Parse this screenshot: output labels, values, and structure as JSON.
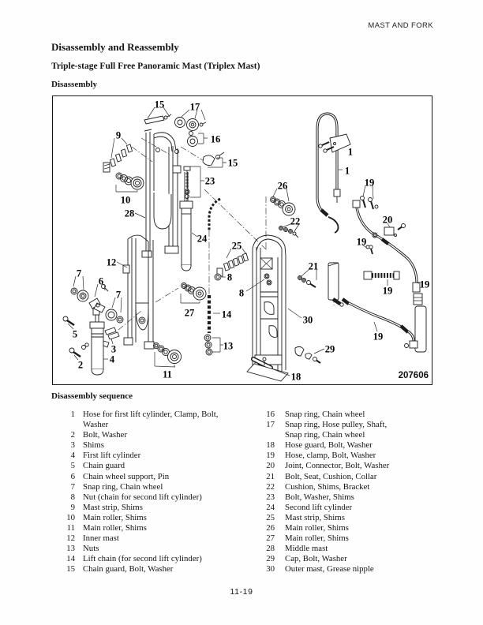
{
  "page": {
    "header_right": "MAST AND FORK",
    "title": "Disassembly and Reassembly",
    "subtitle": "Triple-stage Full Free Panoramic Mast (Triplex Mast)",
    "section_heading": "Disassembly",
    "sequence_heading": "Disassembly sequence",
    "page_number": "11-19"
  },
  "figure": {
    "part_number": "207606",
    "callouts": [
      {
        "id": "c15a",
        "label": "15"
      },
      {
        "id": "c17",
        "label": "17"
      },
      {
        "id": "c16",
        "label": "16"
      },
      {
        "id": "c15b",
        "label": "15"
      },
      {
        "id": "c9",
        "label": "9"
      },
      {
        "id": "c23",
        "label": "23"
      },
      {
        "id": "c10",
        "label": "10"
      },
      {
        "id": "c28",
        "label": "28"
      },
      {
        "id": "c24",
        "label": "24"
      },
      {
        "id": "c12",
        "label": "12"
      },
      {
        "id": "c7a",
        "label": "7"
      },
      {
        "id": "c6",
        "label": "6"
      },
      {
        "id": "c7b",
        "label": "7"
      },
      {
        "id": "c5",
        "label": "5"
      },
      {
        "id": "c2",
        "label": "2"
      },
      {
        "id": "c3",
        "label": "3"
      },
      {
        "id": "c4",
        "label": "4"
      },
      {
        "id": "c11",
        "label": "11"
      },
      {
        "id": "c27",
        "label": "27"
      },
      {
        "id": "c14",
        "label": "14"
      },
      {
        "id": "c13",
        "label": "13"
      },
      {
        "id": "c8a",
        "label": "8"
      },
      {
        "id": "c8b",
        "label": "8"
      },
      {
        "id": "c25",
        "label": "25"
      },
      {
        "id": "c26",
        "label": "26"
      },
      {
        "id": "c22",
        "label": "22"
      },
      {
        "id": "c21",
        "label": "21"
      },
      {
        "id": "c30",
        "label": "30"
      },
      {
        "id": "c29",
        "label": "29"
      },
      {
        "id": "c18",
        "label": "18"
      },
      {
        "id": "c1a",
        "label": "1"
      },
      {
        "id": "c1b",
        "label": "1"
      },
      {
        "id": "c19a",
        "label": "19"
      },
      {
        "id": "c20",
        "label": "20"
      },
      {
        "id": "c19b",
        "label": "19"
      },
      {
        "id": "c19c",
        "label": "19"
      },
      {
        "id": "c19d",
        "label": "19"
      },
      {
        "id": "c19e",
        "label": "19"
      }
    ]
  },
  "sequence": {
    "left_column": [
      {
        "num": "1",
        "text": "Hose for first lift cylinder, Clamp, Bolt,\nWasher"
      },
      {
        "num": "2",
        "text": "Bolt, Washer"
      },
      {
        "num": "3",
        "text": "Shims"
      },
      {
        "num": "4",
        "text": "First lift cylinder"
      },
      {
        "num": "5",
        "text": "Chain guard"
      },
      {
        "num": "6",
        "text": "Chain wheel support, Pin"
      },
      {
        "num": "7",
        "text": "Snap ring, Chain wheel"
      },
      {
        "num": "8",
        "text": "Nut (chain for second lift cylinder)"
      },
      {
        "num": "9",
        "text": "Mast strip, Shims"
      },
      {
        "num": "10",
        "text": "Main roller, Shims"
      },
      {
        "num": "11",
        "text": "Main roller, Shims"
      },
      {
        "num": "12",
        "text": "Inner mast"
      },
      {
        "num": "13",
        "text": "Nuts"
      },
      {
        "num": "14",
        "text": "Lift chain (for second lift cylinder)"
      },
      {
        "num": "15",
        "text": "Chain guard, Bolt, Washer"
      }
    ],
    "right_column": [
      {
        "num": "16",
        "text": "Snap ring, Chain wheel"
      },
      {
        "num": "17",
        "text": "Snap ring, Hose pulley, Shaft,\nSnap ring, Chain wheel"
      },
      {
        "num": "18",
        "text": "Hose guard, Bolt, Washer"
      },
      {
        "num": "19",
        "text": "Hose, clamp, Bolt, Washer"
      },
      {
        "num": "20",
        "text": "Joint, Connector, Bolt, Washer"
      },
      {
        "num": "21",
        "text": "Bolt, Seat, Cushion, Collar"
      },
      {
        "num": "22",
        "text": "Cushion, Shims, Bracket"
      },
      {
        "num": "23",
        "text": "Bolt, Washer, Shims"
      },
      {
        "num": "24",
        "text": "Second lift cylinder"
      },
      {
        "num": "25",
        "text": "Mast strip, Shims"
      },
      {
        "num": "26",
        "text": "Main roller, Shims"
      },
      {
        "num": "27",
        "text": "Main roller, Shims"
      },
      {
        "num": "28",
        "text": "Middle mast"
      },
      {
        "num": "29",
        "text": "Cap, Bolt, Washer"
      },
      {
        "num": "30",
        "text": "Outer mast, Grease nipple"
      }
    ]
  }
}
